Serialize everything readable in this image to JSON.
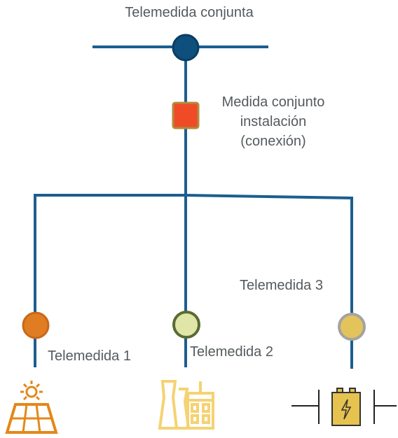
{
  "diagram": {
    "top_label": "Telemedida conjunta",
    "joint_meter_label": [
      "Medida conjunto",
      "instalación",
      "(conexión)"
    ],
    "meter_labels": {
      "m1": "Telemedida 1",
      "m2": "Telemedida 2",
      "m3": "Telemedida 3"
    },
    "colors": {
      "line": "#1c5e8f",
      "top_node": "#0e4f7e",
      "joint_meter": "#f04b27",
      "joint_meter_border": "#b08d3c",
      "meter1": "#e07d22",
      "meter2": "#dfe6a8",
      "meter2_border": "#5a6b33",
      "meter3": "#e3c45a",
      "meter3_border": "#a3a3a3",
      "solar_icon": "#e3881a",
      "plant_icon": "#f5d272",
      "battery_icon": "#e6c24f",
      "text": "#555a5e"
    },
    "icons": {
      "source1": "solar-panel-icon",
      "source2": "power-plant-icon",
      "source3": "battery-storage-icon"
    }
  }
}
